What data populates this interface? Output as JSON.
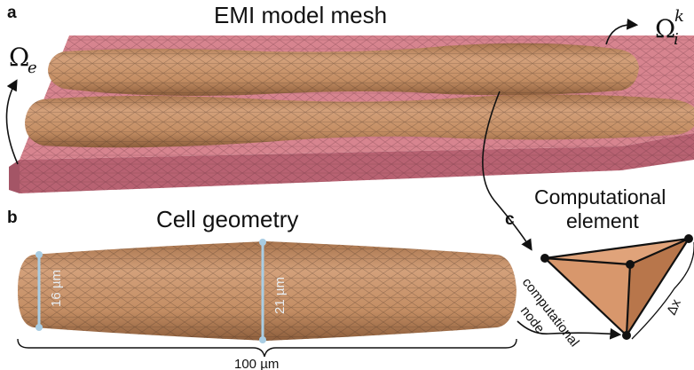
{
  "panels": {
    "a": {
      "letter": "a",
      "title": "EMI model mesh",
      "omega_e": {
        "symbol": "Ω",
        "subscript": "e"
      },
      "omega_i": {
        "symbol": "Ω",
        "subscript": "i",
        "superscript": "k"
      }
    },
    "b": {
      "letter": "b",
      "title": "Cell geometry",
      "end_diameter": "16 µm",
      "mid_diameter": "21 µm",
      "length": "100 µm"
    },
    "c": {
      "letter": "c",
      "title_line1": "Computational",
      "title_line2": "element",
      "node_line1": "computational",
      "node_line2": "node",
      "edge_label": "Δx"
    }
  },
  "colors": {
    "extracellular": "#d7848f",
    "extracellular_dark": "#b86272",
    "cell": "#c9956b",
    "cell_dark": "#9c6a45",
    "tetra": "#d49468",
    "measure": "#a9cde3"
  }
}
